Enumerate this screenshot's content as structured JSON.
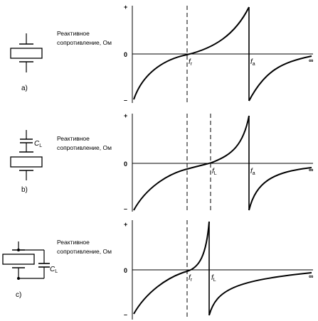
{
  "panels": [
    {
      "id": "a",
      "letter": "a)",
      "label_line1": "Реактивное",
      "label_line2": "сопротивление, Ом",
      "plus": "+",
      "zero": "0",
      "minus": "–",
      "infinity": "∞",
      "markers": [
        {
          "main": "f",
          "sub": "r"
        },
        {
          "main": "f",
          "sub": "a"
        }
      ]
    },
    {
      "id": "b",
      "letter": "b)",
      "label_line1": "Реактивное",
      "label_line2": "сопротивление, Ом",
      "plus": "+",
      "zero": "0",
      "minus": "–",
      "infinity": "∞",
      "cap_main": "C",
      "cap_sub": "L",
      "markers": [
        {
          "main": "f",
          "sub": "L"
        },
        {
          "main": "f",
          "sub": "a"
        }
      ]
    },
    {
      "id": "c",
      "letter": "c)",
      "label_line1": "Реактивное",
      "label_line2": "сопротивление, Ом",
      "plus": "+",
      "zero": "0",
      "minus": "–",
      "infinity": "∞",
      "cap_main": "C",
      "cap_sub": "L",
      "markers": [
        {
          "main": "f",
          "sub": "r"
        },
        {
          "main": "f",
          "sub": "L"
        }
      ]
    }
  ]
}
